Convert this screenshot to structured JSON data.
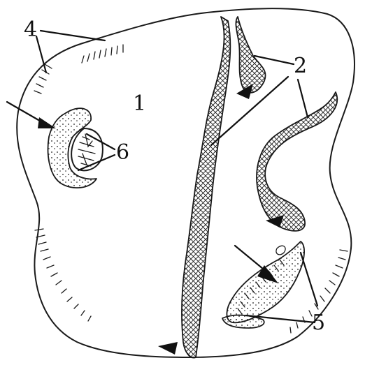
{
  "labels": {
    "region_1": "1",
    "callout_2": "2",
    "callout_4": "4",
    "callout_5": "5",
    "callout_6": "6"
  },
  "colors": {
    "ink": "#1a1a1a",
    "background": "#ffffff"
  }
}
